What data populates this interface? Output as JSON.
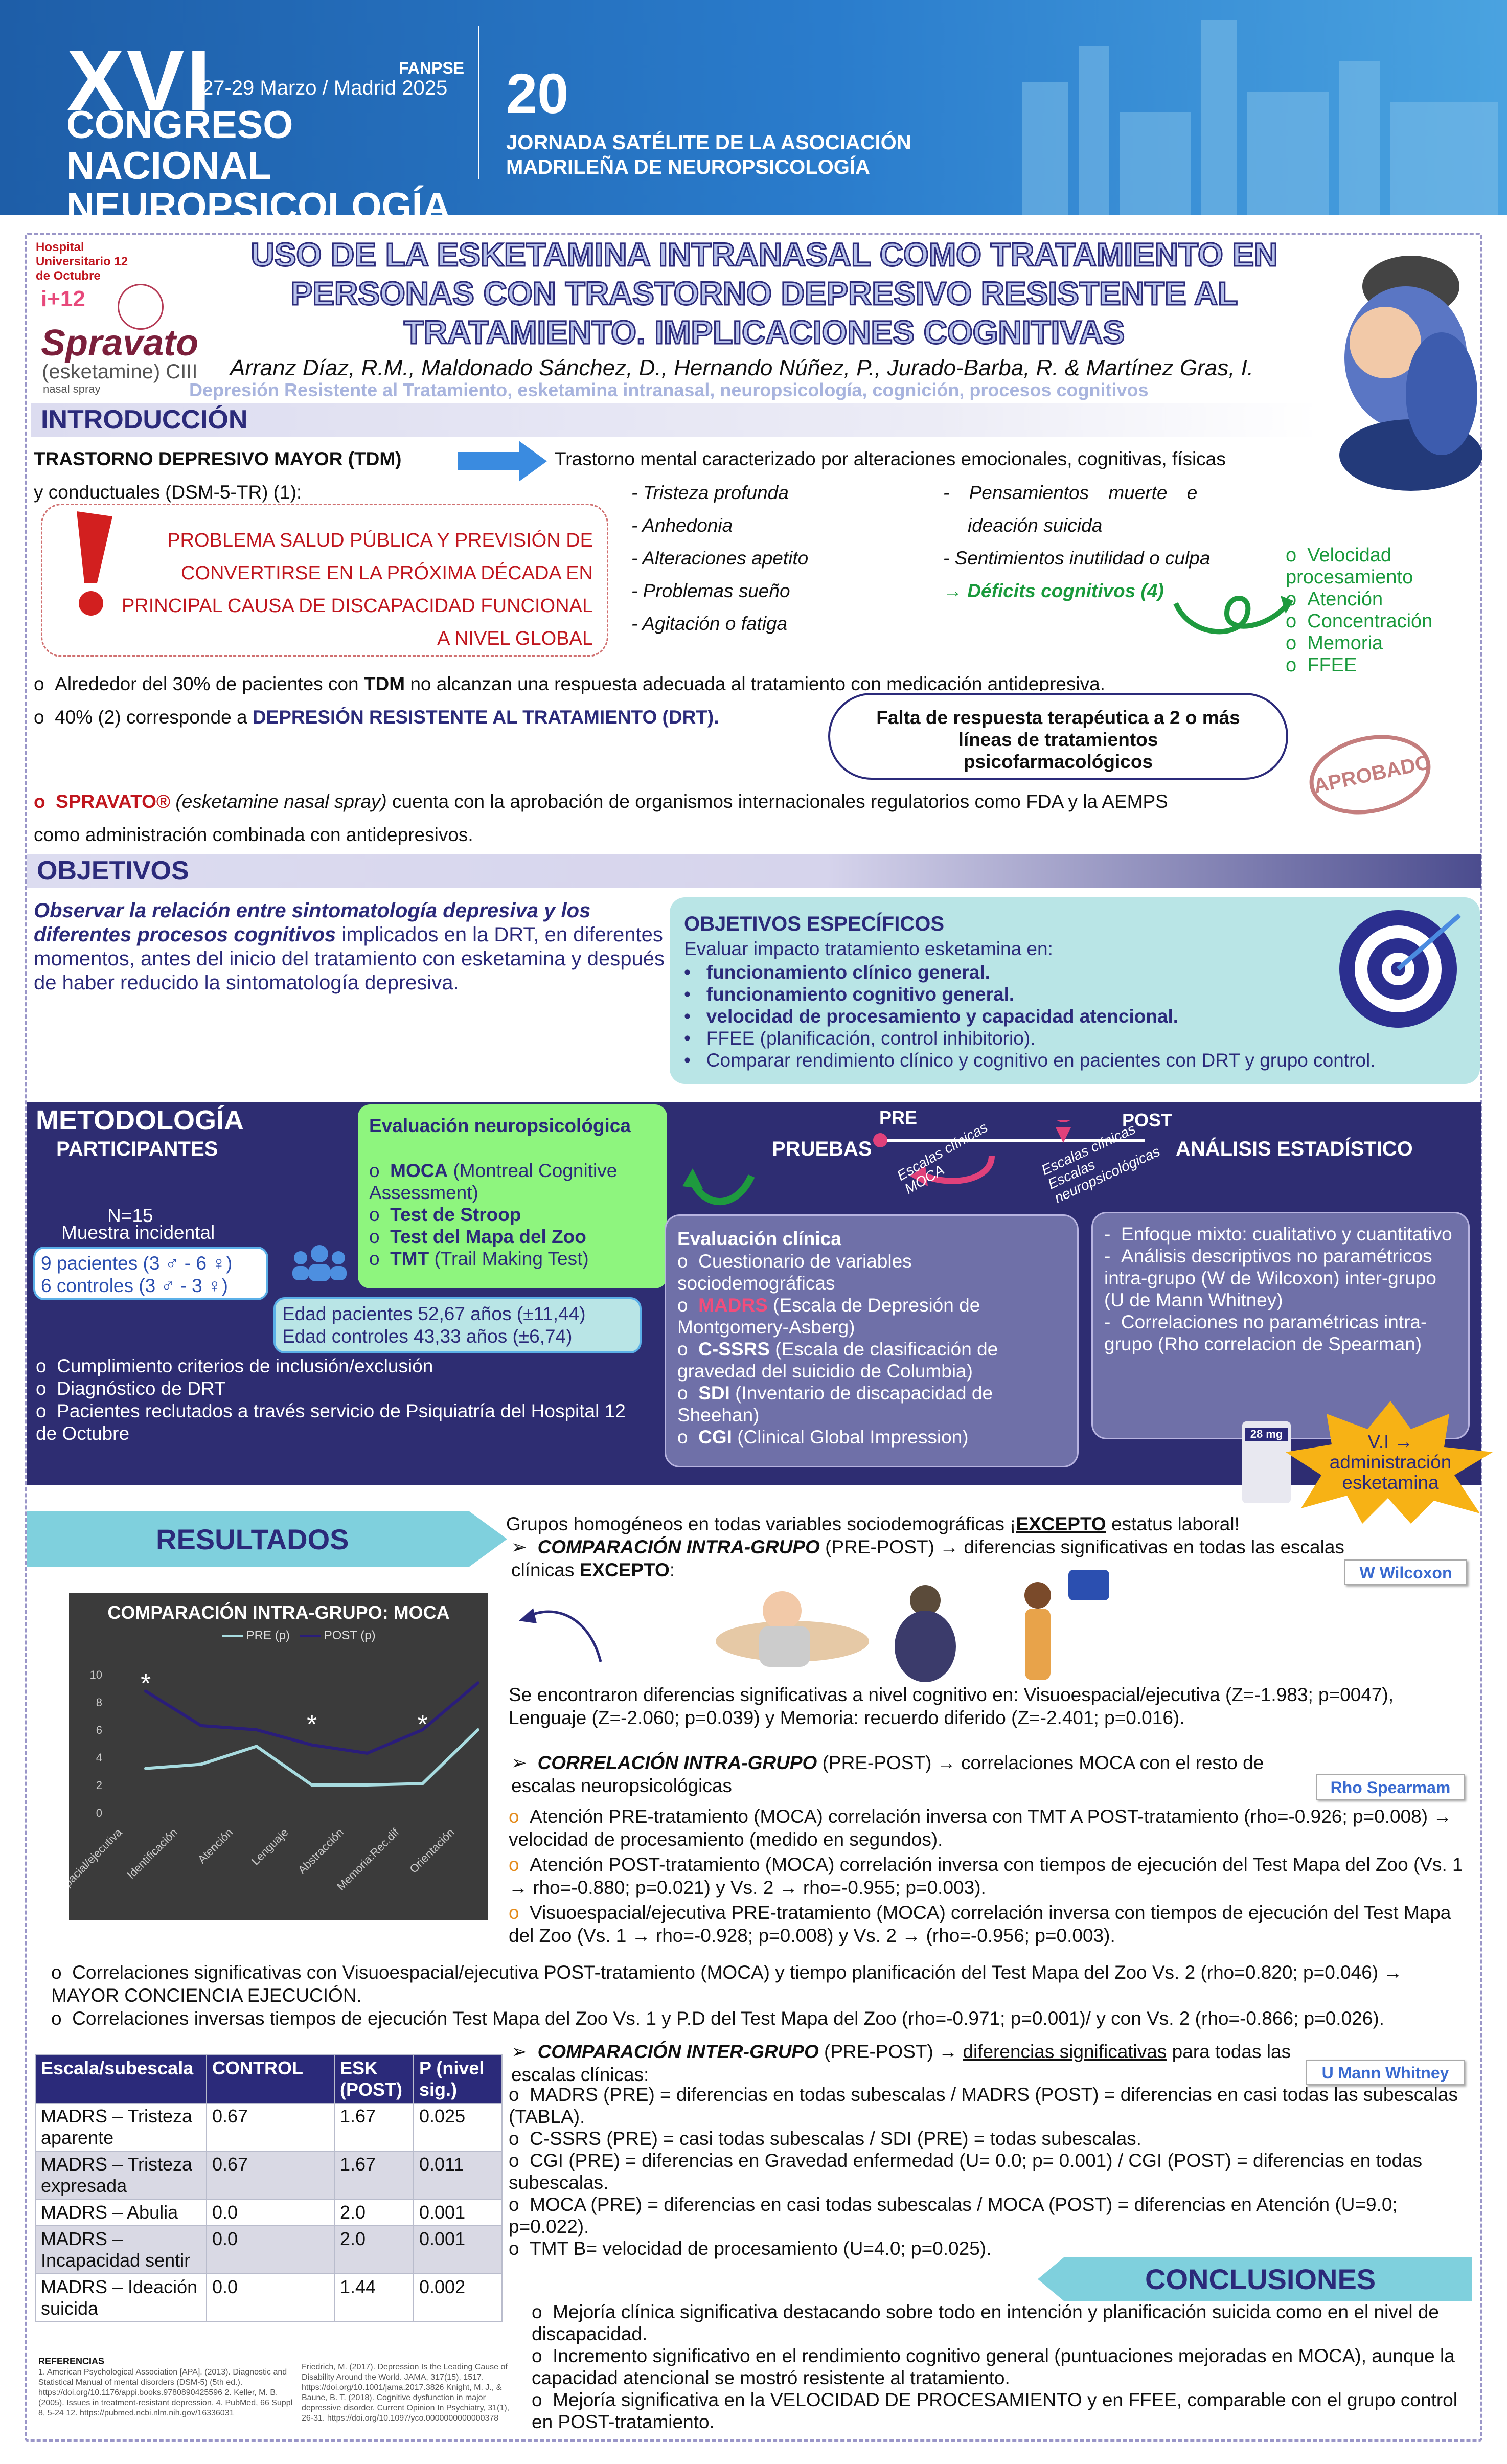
{
  "header": {
    "xvi": "XVI",
    "date": "27-29 Marzo / Madrid 2025",
    "congress": "CONGRESO NACIONAL NEUROPSICOLOGÍA",
    "fanpse": "FANPSE",
    "twenty": "20",
    "jornada": "JORNADA SATÉLITE DE LA ASOCIACIÓN MADRILEÑA DE NEUROPSICOLOGÍA"
  },
  "logos": {
    "hospital": "Hospital Universitario 12 de Octubre",
    "i12": "i+12",
    "spravato": "Spravato",
    "esketamine": "(esketamine) CIII",
    "nasal": "nasal spray"
  },
  "title": "USO DE LA ESKETAMINA INTRANASAL COMO TRATAMIENTO EN PERSONAS CON TRASTORNO DEPRESIVO RESISTENTE AL TRATAMIENTO. IMPLICACIONES COGNITIVAS",
  "authors": "Arranz Díaz, R.M., Maldonado Sánchez, D., Hernando Núñez, P., Jurado-Barba, R. & Martínez Gras, I.",
  "keywords": "Depresión Resistente al Tratamiento, esketamina intranasal, neuropsicología, cognición, procesos cognitivos",
  "intro": {
    "heading": "INTRODUCCIÓN",
    "tdm": "TRASTORNO DEPRESIVO MAYOR (TDM)",
    "tdm_def": "Trastorno mental caracterizado por alteraciones emocionales, cognitivas, físicas",
    "tdm_def2": "y conductuales (DSM-5-TR) (1):",
    "problem": "PROBLEMA SALUD PÚBLICA Y PREVISIÓN DE CONVERTIRSE EN LA PRÓXIMA DÉCADA EN PRINCIPAL CAUSA DE DISCAPACIDAD FUNCIONAL A NIVEL GLOBAL",
    "symptoms_a": [
      "- Tristeza profunda",
      "- Anhedonia",
      "- Alteraciones apetito",
      "- Problemas sueño",
      "- Agitación  o fatiga"
    ],
    "symptoms_b": [
      "- Pensamientos muerte e",
      "ideación suicida",
      "- Sentimientos inutilidad o culpa"
    ],
    "deficits": "→ Déficits cognitivos (4)",
    "cog_list": [
      "Velocidad procesamiento",
      "Atención",
      "Concentración",
      "Memoria",
      "FFEE"
    ],
    "bullet1_a": "Alrededor del 30% de pacientes con ",
    "bullet1_b": "TDM",
    "bullet1_c": " no alcanzan una respuesta adecuada al tratamiento con medicación antidepresiva.",
    "bullet2_a": "40% (2) corresponde a ",
    "bullet2_b": "DEPRESIÓN RESISTENTE AL TRATAMIENTO (DRT).",
    "cloud": "Falta de respuesta terapéutica a 2 o más líneas de tratamientos psicofarmacológicos",
    "stamp": "APROBADO",
    "spr_a": "SPRAVATO®",
    "spr_b": " (esketamine nasal spray)",
    "spr_c": " cuenta con la aprobación de organismos internacionales regulatorios como FDA y la AEMPS",
    "spr_d": "como administración combinada con antidepresivos."
  },
  "obj": {
    "heading": "OBJETIVOS",
    "main_bold": "Observar la relación entre sintomatología depresiva y los diferentes procesos cognitivos",
    "main_rest": " implicados en la DRT, en diferentes momentos, antes del inicio del tratamiento con esketamina y después de haber reducido la sintomatología depresiva.",
    "spec_heading": "OBJETIVOS ESPECÍFICOS",
    "spec_intro": "Evaluar impacto tratamiento esketamina en:",
    "spec_items": [
      "funcionamiento clínico general.",
      "funcionamiento cognitivo general.",
      "velocidad de procesamiento y capacidad atencional.",
      "FFEE (planificación, control inhibitorio).",
      "Comparar rendimiento clínico y cognitivo en pacientes con DRT y grupo control."
    ]
  },
  "met": {
    "heading": "METODOLOGÍA",
    "part": "PARTICIPANTES",
    "n": "N=15",
    "muestra": "Muestra incidental",
    "pac": "9 pacientes (3 ♂ - 6 ♀)",
    "ctrl": "6 controles (3 ♂ - 3 ♀)",
    "edad1": "Edad pacientes 52,67 años (±11,44)",
    "edad2": "Edad controles 43,33 años (±6,74)",
    "crit": [
      "Cumplimiento criterios de inclusión/exclusión",
      "Diagnóstico de DRT",
      "Pacientes reclutados a través servicio de Psiquiatría del Hospital 12 de Octubre"
    ],
    "neuro_h": "Evaluación neuropsicológica",
    "neuro": [
      [
        "MOCA",
        " (Montreal Cognitive Assessment)"
      ],
      [
        "Test de Stroop",
        ""
      ],
      [
        "Test del Mapa del Zoo",
        ""
      ],
      [
        "TMT",
        " (Trail Making Test)"
      ]
    ],
    "pruebas": "PRUEBAS",
    "pre": "PRE",
    "post": "POST",
    "esc1": "Escalas clínicas MOCA",
    "esc2": "Escalas clínicas Escalas neuropsicológicas",
    "analisis": "ANÁLISIS ESTADÍSTICO",
    "clin_h": "Evaluación clínica",
    "clin": [
      [
        "",
        "Cuestionario de variables sociodemográficas"
      ],
      [
        "MADRS",
        " (Escala de Depresión de Montgomery-Asberg)"
      ],
      [
        "C-SSRS",
        " (Escala de clasificación de gravedad del suicidio de Columbia)"
      ],
      [
        "SDI",
        " (Inventario de discapacidad de Sheehan)"
      ],
      [
        "CGI",
        " (Clinical Global Impression)"
      ]
    ],
    "stat": [
      "Enfoque mixto: cualitativo y cuantitativo",
      "Análisis descriptivos no paramétricos intra-grupo (W de Wilcoxon) inter-grupo (U de Mann Whitney)",
      "Correlaciones no paramétricas intra-grupo (Rho correlacion de Spearman)"
    ],
    "mg": "28 mg",
    "star": "V.I → administración esketamina"
  },
  "res": {
    "heading": "RESULTADOS",
    "homog_a": "Grupos homogéneos en todas variables sociodemográficas ¡",
    "homog_b": "EXCEPTO",
    "homog_c": " estatus laboral!",
    "intra_a": "COMPARACIÓN INTRA-GRUPO",
    "intra_b": " (PRE-POST) → diferencias significativas en todas las escalas clínicas ",
    "intra_c": "EXCEPTO",
    "intra_d": ":",
    "wilcoxon": "W Wilcoxon",
    "cog_text": "Se encontraron diferencias significativas a nivel cognitivo en: Visuoespacial/ejecutiva (Z=-1.983; p=0047), Lenguaje (Z=-2.060; p=0.039) y Memoria: recuerdo diferido (Z=-2.401; p=0.016).",
    "corr_a": "CORRELACIÓN INTRA-GRUPO",
    "corr_b": " (PRE-POST) → correlaciones MOCA con el resto de escalas neuropsicológicas",
    "spearman": "Rho Spearmam",
    "corr_items": [
      "Atención PRE-tratamiento (MOCA) correlación inversa con TMT A POST-tratamiento (rho=-0.926; p=0.008) → velocidad de procesamiento (medido en segundos).",
      "Atención POST-tratamiento (MOCA) correlación inversa con tiempos de ejecución del Test Mapa del Zoo (Vs. 1 → rho=-0.880; p=0.021) y Vs. 2 → rho=-0.955; p=0.003).",
      "Visuoespacial/ejecutiva PRE-tratamiento (MOCA) correlación inversa con tiempos de ejecución del Test Mapa del Zoo (Vs. 1 → rho=-0.928; p=0.008) y Vs. 2 → (rho=-0.956; p=0.003)."
    ],
    "wide1": "Correlaciones significativas con Visuoespacial/ejecutiva POST-tratamiento (MOCA) y tiempo planificación del Test Mapa del Zoo Vs. 2 (rho=0.820; p=0.046) → MAYOR CONCIENCIA EJECUCIÓN.",
    "wide2": "Correlaciones inversas tiempos de ejecución Test Mapa del Zoo Vs. 1 y P.D del Test Mapa del Zoo (rho=-0.971; p=0.001)/ y con Vs. 2 (rho=-0.866; p=0.026).",
    "inter_a": "COMPARACIÓN INTER-GRUPO",
    "inter_b": " (PRE-POST) → ",
    "inter_c": "diferencias significativas",
    "inter_d": " para todas las escalas clínicas:",
    "mann": "U Mann Whitney",
    "inter_items": [
      "MADRS (PRE) = diferencias en todas subescalas / MADRS (POST) = diferencias en casi todas las subescalas (TABLA).",
      "C-SSRS (PRE) = casi todas subescalas / SDI (PRE) = todas subescalas.",
      "CGI (PRE) = diferencias en Gravedad enfermedad (U= 0.0; p= 0.001) / CGI (POST) = diferencias en todas subescalas.",
      "MOCA (PRE) = diferencias en casi todas subescalas / MOCA (POST) = diferencias en Atención (U=9.0; p=0.022).",
      "TMT B= velocidad de procesamiento (U=4.0; p=0.025)."
    ]
  },
  "table": {
    "headers": [
      "Escala/subescala",
      "CONTROL",
      "ESK (POST)",
      "P (nivel sig.)"
    ],
    "rows": [
      [
        "MADRS – Tristeza aparente",
        "0.67",
        "1.67",
        "0.025"
      ],
      [
        "MADRS – Tristeza expresada",
        "0.67",
        "1.67",
        "0.011"
      ],
      [
        "MADRS – Abulia",
        "0.0",
        "2.0",
        "0.001"
      ],
      [
        "MADRS – Incapacidad sentir",
        "0.0",
        "2.0",
        "0.001"
      ],
      [
        "MADRS – Ideación suicida",
        "0.0",
        "1.44",
        "0.002"
      ]
    ]
  },
  "chart_data": {
    "type": "line",
    "title": "COMPARACIÓN INTRA-GRUPO: MOCA",
    "categories": [
      "Visuoespacial/ejecutiva",
      "Identificación",
      "Atención",
      "Lenguaje",
      "Abstracción",
      "Memoria:Rec.dif",
      "Orientación"
    ],
    "series": [
      {
        "name": "PRE (p)",
        "values": [
          3.2,
          3.5,
          4.8,
          2.0,
          2.0,
          2.1,
          6.0
        ],
        "color": "#a8dce0"
      },
      {
        "name": "POST (p)",
        "values": [
          8.8,
          6.3,
          6.0,
          4.9,
          4.3,
          6.0,
          9.4
        ],
        "color": "#2a1d7a"
      }
    ],
    "ylim": [
      0,
      10
    ],
    "yticks": [
      "0",
      "2",
      "4",
      "6",
      "8",
      "10"
    ],
    "stars": [
      "*",
      "*",
      "*"
    ]
  },
  "concl": {
    "heading": "CONCLUSIONES",
    "items": [
      "Mejoría clínica significativa destacando sobre todo en intención y planificación suicida como en el nivel de discapacidad.",
      "Incremento significativo en el rendimiento cognitivo general (puntuaciones mejoradas en MOCA), aunque la capacidad atencional se mostró resistente al tratamiento.",
      "Mejoría significativa en la VELOCIDAD DE PROCESAMIENTO y en FFEE, comparable con el grupo control en POST-tratamiento."
    ]
  },
  "refs": {
    "heading": "REFERENCIAS",
    "col1": "1. American Psychological Association [APA]. (2013). Diagnostic and Statistical Manual of mental disorders (DSM-5) (5th ed.). https://doi.org/10.1176/appi.books.9780890425596  2. Keller, M. B. (2005). Issues in treatment-resistant depression. 4. PubMed, 66 Suppl 8, 5-24 12. https://pubmed.ncbi.nlm.nih.gov/16336031",
    "col2": "Friedrich, M. (2017). Depression Is the Leading Cause of Disability Around the World. JAMA, 317(15), 1517. https://doi.org/10.1001/jama.2017.3826  Knight, M. J., & Baune, B. T. (2018). Cognitive dysfunction in major depressive disorder. Current Opinion In Psychiatry, 31(1), 26-31. https://doi.org/10.1097/yco.0000000000000378"
  },
  "colors": {
    "navy": "#2b2a7a",
    "red": "#c0161e",
    "green": "#1a9a3c",
    "highlight": "#f3e873",
    "panel": "#2e2d72"
  }
}
